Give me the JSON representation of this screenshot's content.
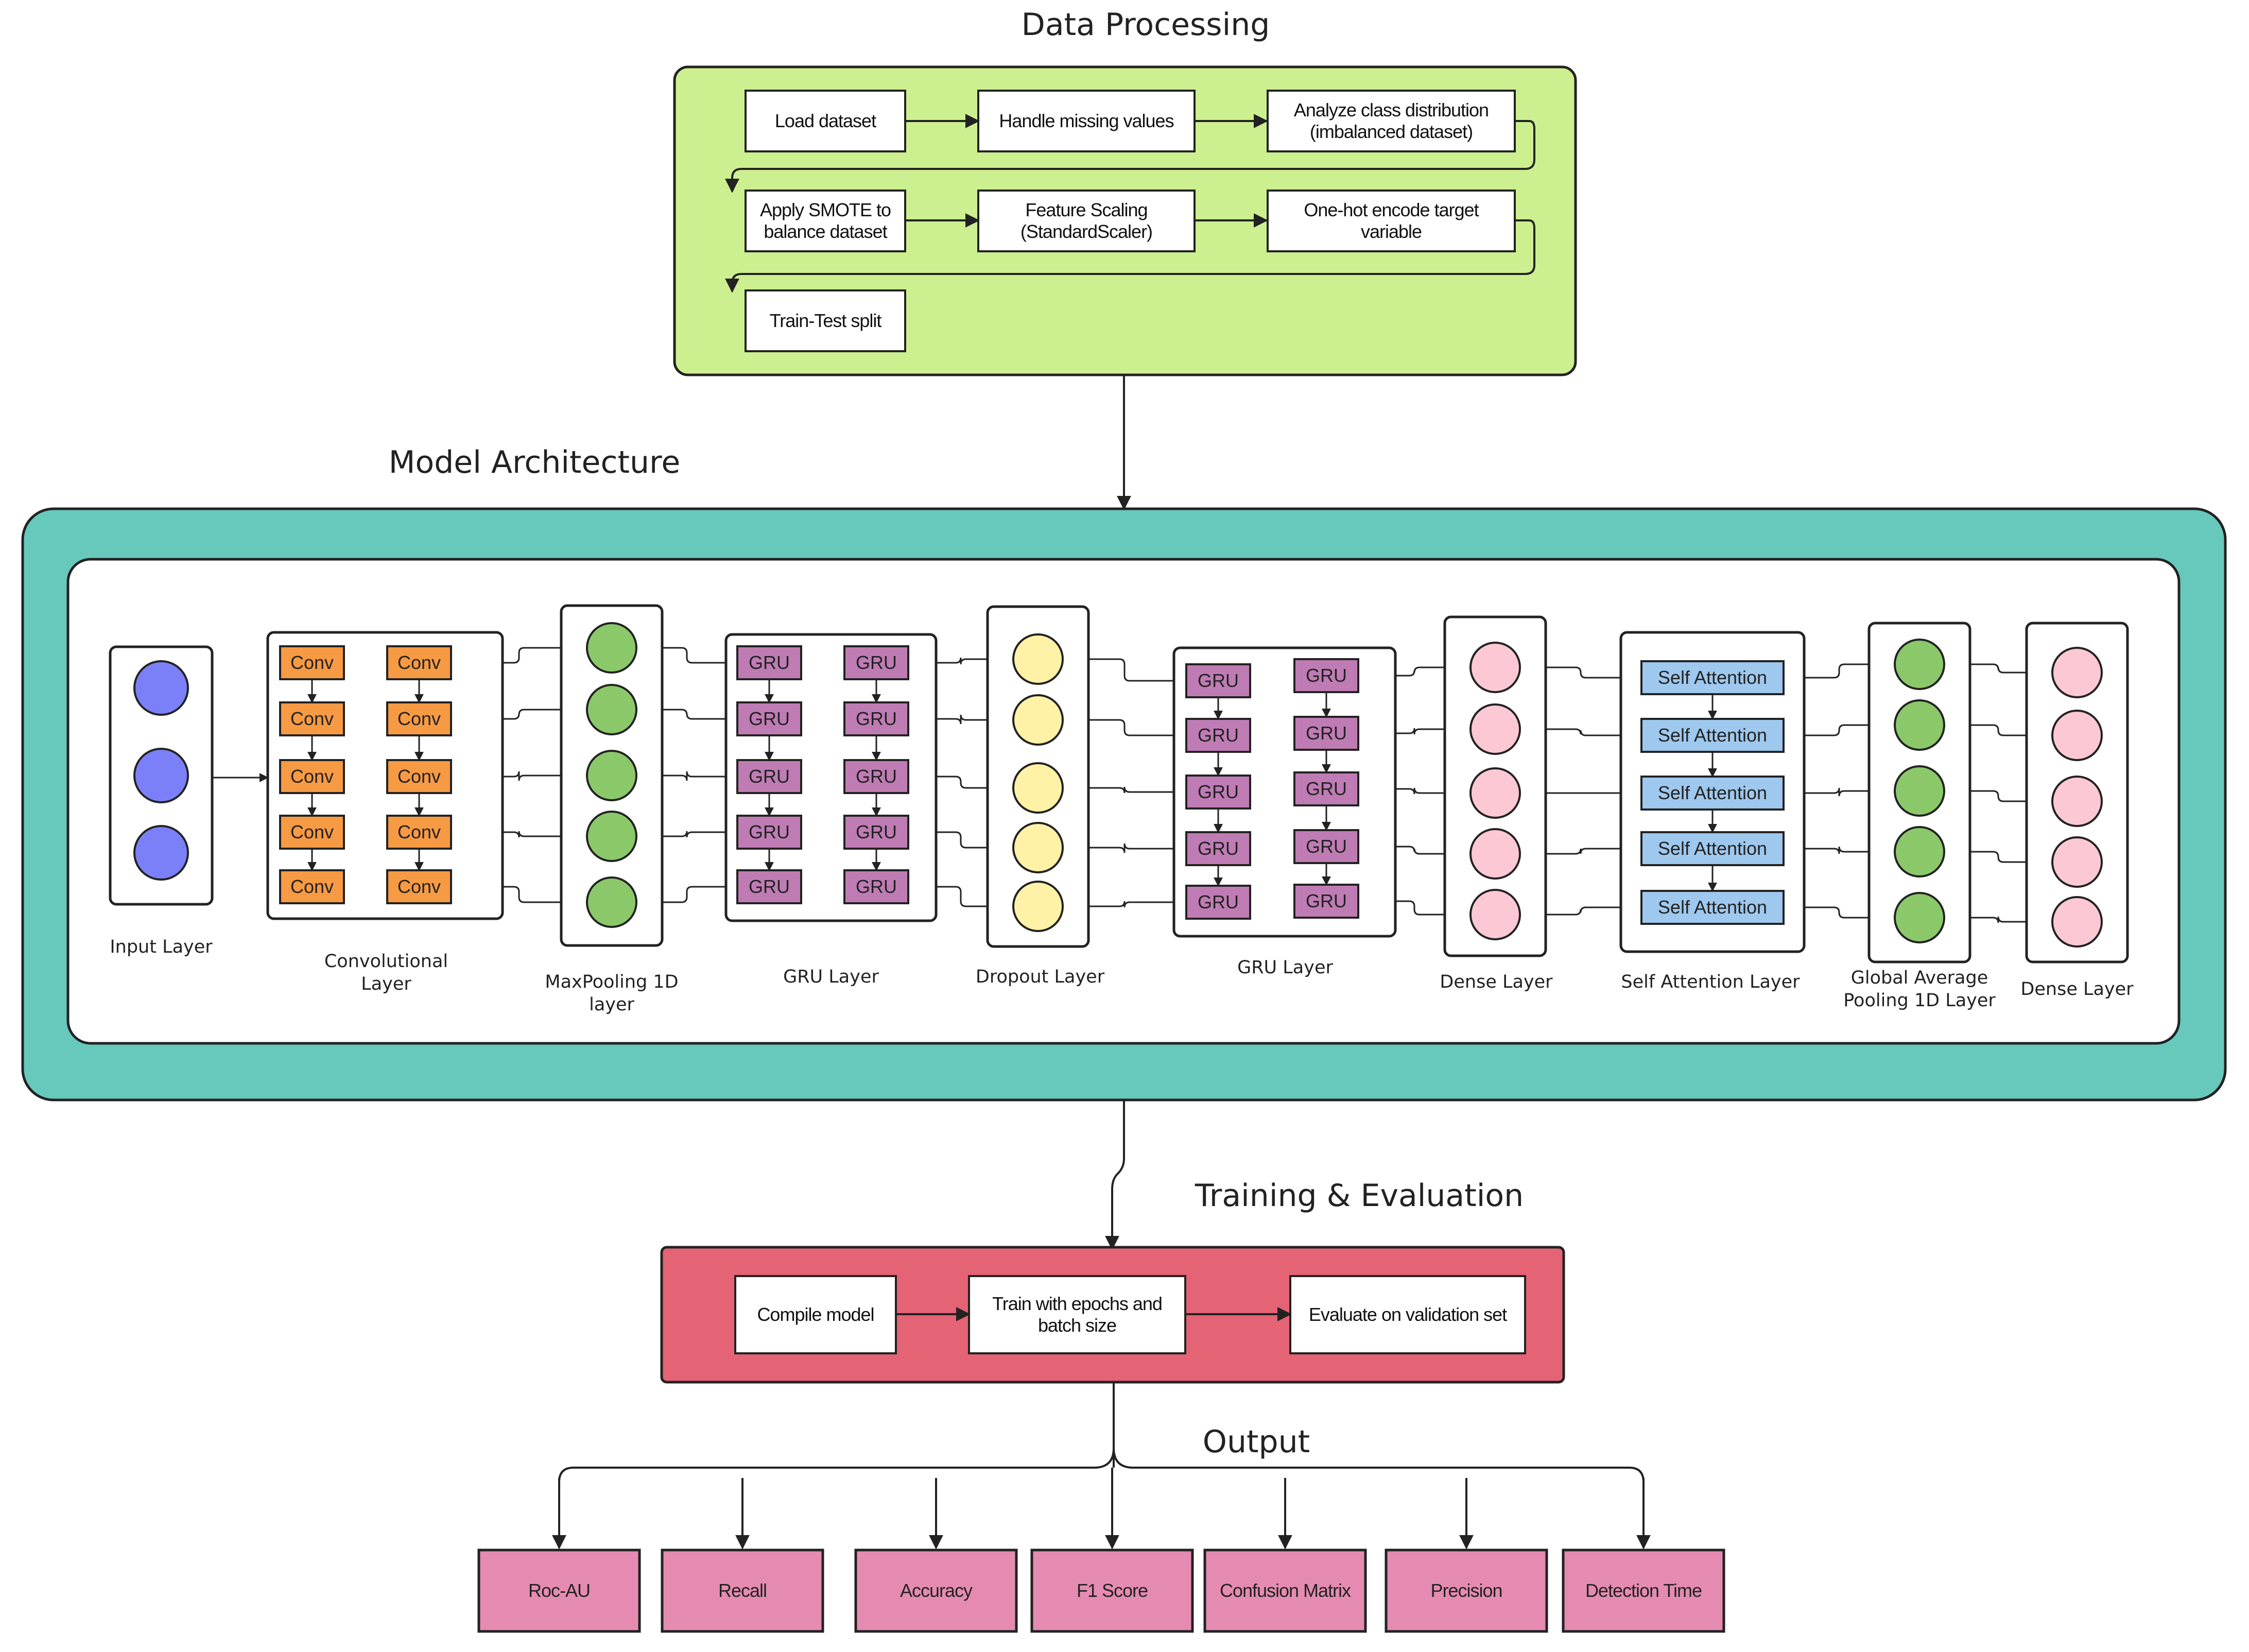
{
  "sections": {
    "data_processing": "Data Processing",
    "model_architecture": "Model Architecture",
    "training": "Training & Evaluation",
    "output": "Output"
  },
  "data_steps": [
    [
      "Load dataset"
    ],
    [
      "Handle missing values"
    ],
    [
      "Analyze class distribution",
      "(imbalanced dataset)"
    ],
    [
      "Apply SMOTE to",
      "balance dataset"
    ],
    [
      "Feature Scaling",
      "(StandardScaler)"
    ],
    [
      "One-hot encode target",
      "variable"
    ],
    [
      "Train-Test split"
    ]
  ],
  "layers": {
    "input": [
      "Input Layer"
    ],
    "conv": [
      "Convolutional",
      "Layer"
    ],
    "maxpool": [
      "MaxPooling 1D",
      "layer"
    ],
    "gru1": [
      "GRU Layer"
    ],
    "dropout": [
      "Dropout Layer"
    ],
    "gru2": [
      "GRU Layer"
    ],
    "dense1": [
      "Dense Layer"
    ],
    "attention": [
      "Self Attention Layer"
    ],
    "gap": [
      "Global Average",
      "Pooling 1D Layer"
    ],
    "dense2": [
      "Dense Layer"
    ]
  },
  "node_labels": {
    "conv": "Conv",
    "gru": "GRU",
    "attention": "Self Attention"
  },
  "training_steps": [
    [
      "Compile model"
    ],
    [
      "Train with epochs and",
      "batch size"
    ],
    [
      "Evaluate on validation set"
    ]
  ],
  "outputs": [
    "Roc-AU",
    "Recall",
    "Accuracy",
    "F1 Score",
    "Confusion Matrix",
    "Precision",
    "Detection Time"
  ],
  "colors": {
    "data_panel": "#ccf08f",
    "model_panel": "#66c9bc",
    "training_panel": "#e46375",
    "output_box": "#e58bb2",
    "input_node": "#7b80f8",
    "conv_node": "#f79a44",
    "pool_node": "#8bc86a",
    "gru_node": "#bf7cb4",
    "dropout_node": "#fff1a5",
    "dense_node": "#fcc8d3",
    "attention_node": "#9ec8ee"
  }
}
